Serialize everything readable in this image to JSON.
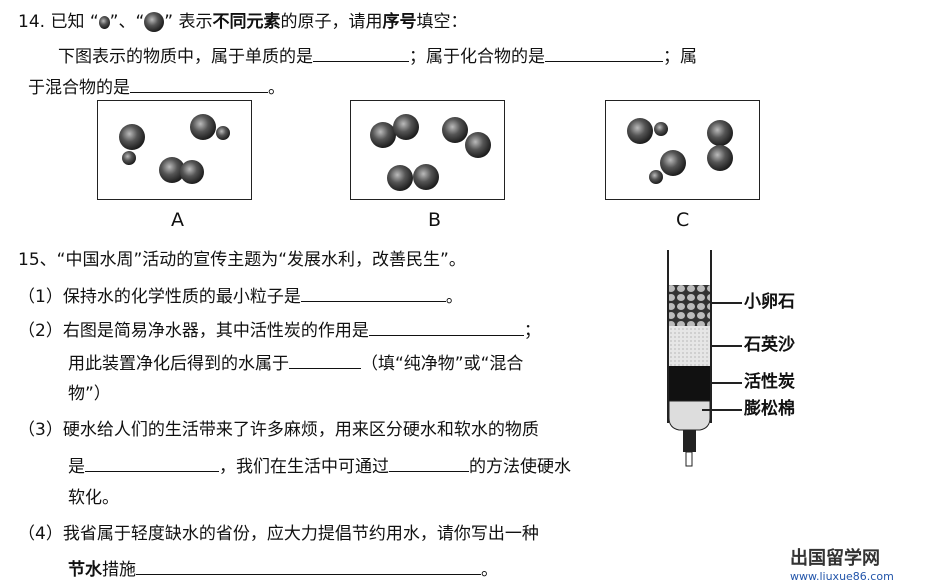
{
  "q14": {
    "line1_a": "14. 已知 “",
    "line1_b": "”、“",
    "line1_c": "” 表示",
    "line1_bold1": "不同元素",
    "line1_d": "的原子，请用",
    "line1_bold2": "序号",
    "line1_e": "填空：",
    "line2_a": "下图表示的物质中，属于单质的是",
    "line2_b": "；属于化合物的是",
    "line2_c": "；属",
    "line3_a": "于混合物的是",
    "line3_b": "。",
    "options": [
      "A",
      "B",
      "C"
    ]
  },
  "q15": {
    "title": "15、“中国水周”活动的宣传主题为“发展水利，改善民生”。",
    "p1_a": "（1）保持水的化学性质的最小粒子是",
    "p1_b": "。",
    "p2_a": "（2）右图是简易净水器，其中活性炭的作用是",
    "p2_b": "；",
    "p2_c": "用此装置净化后得到的水属于",
    "p2_d": "（填“纯净物”或“混合",
    "p2_e": "物”）",
    "p3_a": "（3）硬水给人们的生活带来了许多麻烦，用来区分硬水和软水的物质",
    "p3_b": "是",
    "p3_c": "，我们在生活中可通过",
    "p3_d": "的方法使硬水",
    "p3_e": "软化。",
    "p4_a": "（4）我省属于轻度缺水的省份，应大力提倡节约用水，请你写出一种",
    "p4_bold": "节水",
    "p4_b": "措施",
    "p4_c": "。",
    "filter_labels": [
      "小卵石",
      "石英沙",
      "活性炭",
      "膨松棉"
    ]
  },
  "watermark": {
    "cn": "出国留学网",
    "url": "www.liuxue86.com"
  }
}
